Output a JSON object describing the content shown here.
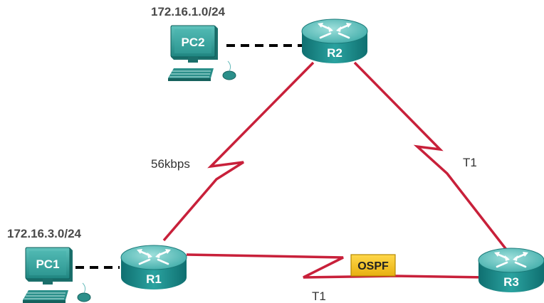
{
  "subnets": {
    "pc2_network": "172.16.1.0/24",
    "pc1_network": "172.16.3.0/24"
  },
  "devices": {
    "r1": "R1",
    "r2": "R2",
    "r3": "R3",
    "pc1": "PC1",
    "pc2": "PC2"
  },
  "links": {
    "r1_r2": "56kbps",
    "r2_r3": "T1",
    "r1_r3": "T1"
  },
  "protocol_badge": "OSPF",
  "colors": {
    "serial_link": "#c8203a",
    "router_body": "#1f8f8f",
    "router_top": "#6fc7c4",
    "pc_body": "#2f9b95",
    "badge_fill": "#f2c418",
    "ethernet_link": "#000000"
  },
  "icons": {
    "router": "router-icon",
    "pc": "pc-icon"
  }
}
